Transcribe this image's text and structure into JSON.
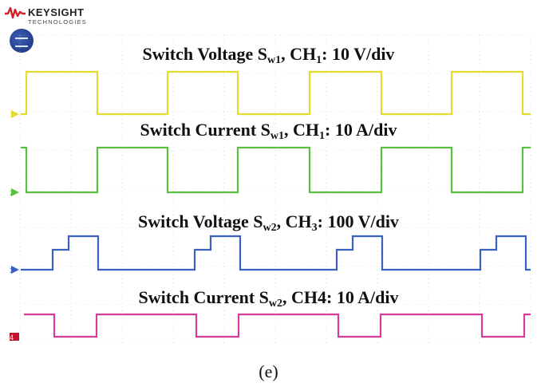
{
  "brand": {
    "name": "KEYSIGHT",
    "sub": "TECHNOLOGIES",
    "color": "#d0202a"
  },
  "channels": [
    {
      "id": "ch1-voltage",
      "marker": "1",
      "color": "#e3dc2e",
      "label_main": "Switch Voltage S",
      "label_sub": "w1",
      "label_rest": ", CH",
      "label_ch_sub": "1",
      "label_tail": ": 10 V/div",
      "levels": [
        "low",
        "high",
        "low",
        "high",
        "low",
        "high",
        "low",
        "high",
        "low"
      ]
    },
    {
      "id": "ch2-current",
      "marker": "2",
      "color": "#58c040",
      "label_main": "Switch Current S",
      "label_sub": "w1",
      "label_rest": ", CH",
      "label_ch_sub": "1",
      "label_tail": ": 10 A/div",
      "levels": [
        "high",
        "low",
        "high",
        "low",
        "high",
        "low",
        "high",
        "low",
        "high"
      ]
    },
    {
      "id": "ch3-voltage",
      "marker": "3",
      "color": "#3a60c0",
      "label_main": "Switch Voltage S",
      "label_sub": "w2",
      "label_rest": ", CH",
      "label_ch_sub": "3",
      "label_tail": ": 100 V/div",
      "levels": [
        "low",
        "step",
        "low",
        "step",
        "low",
        "step",
        "low",
        "step"
      ]
    },
    {
      "id": "ch4-current",
      "marker": "4",
      "color": "#d83b9a",
      "label_main": "Switch Current S",
      "label_sub": "w2",
      "label_rest": ", CH4",
      "label_ch_sub": "",
      "label_tail": ": 10 A/div",
      "levels": [
        "high",
        "low",
        "high",
        "low",
        "high",
        "low",
        "high",
        "low"
      ]
    }
  ],
  "caption": "(e)"
}
